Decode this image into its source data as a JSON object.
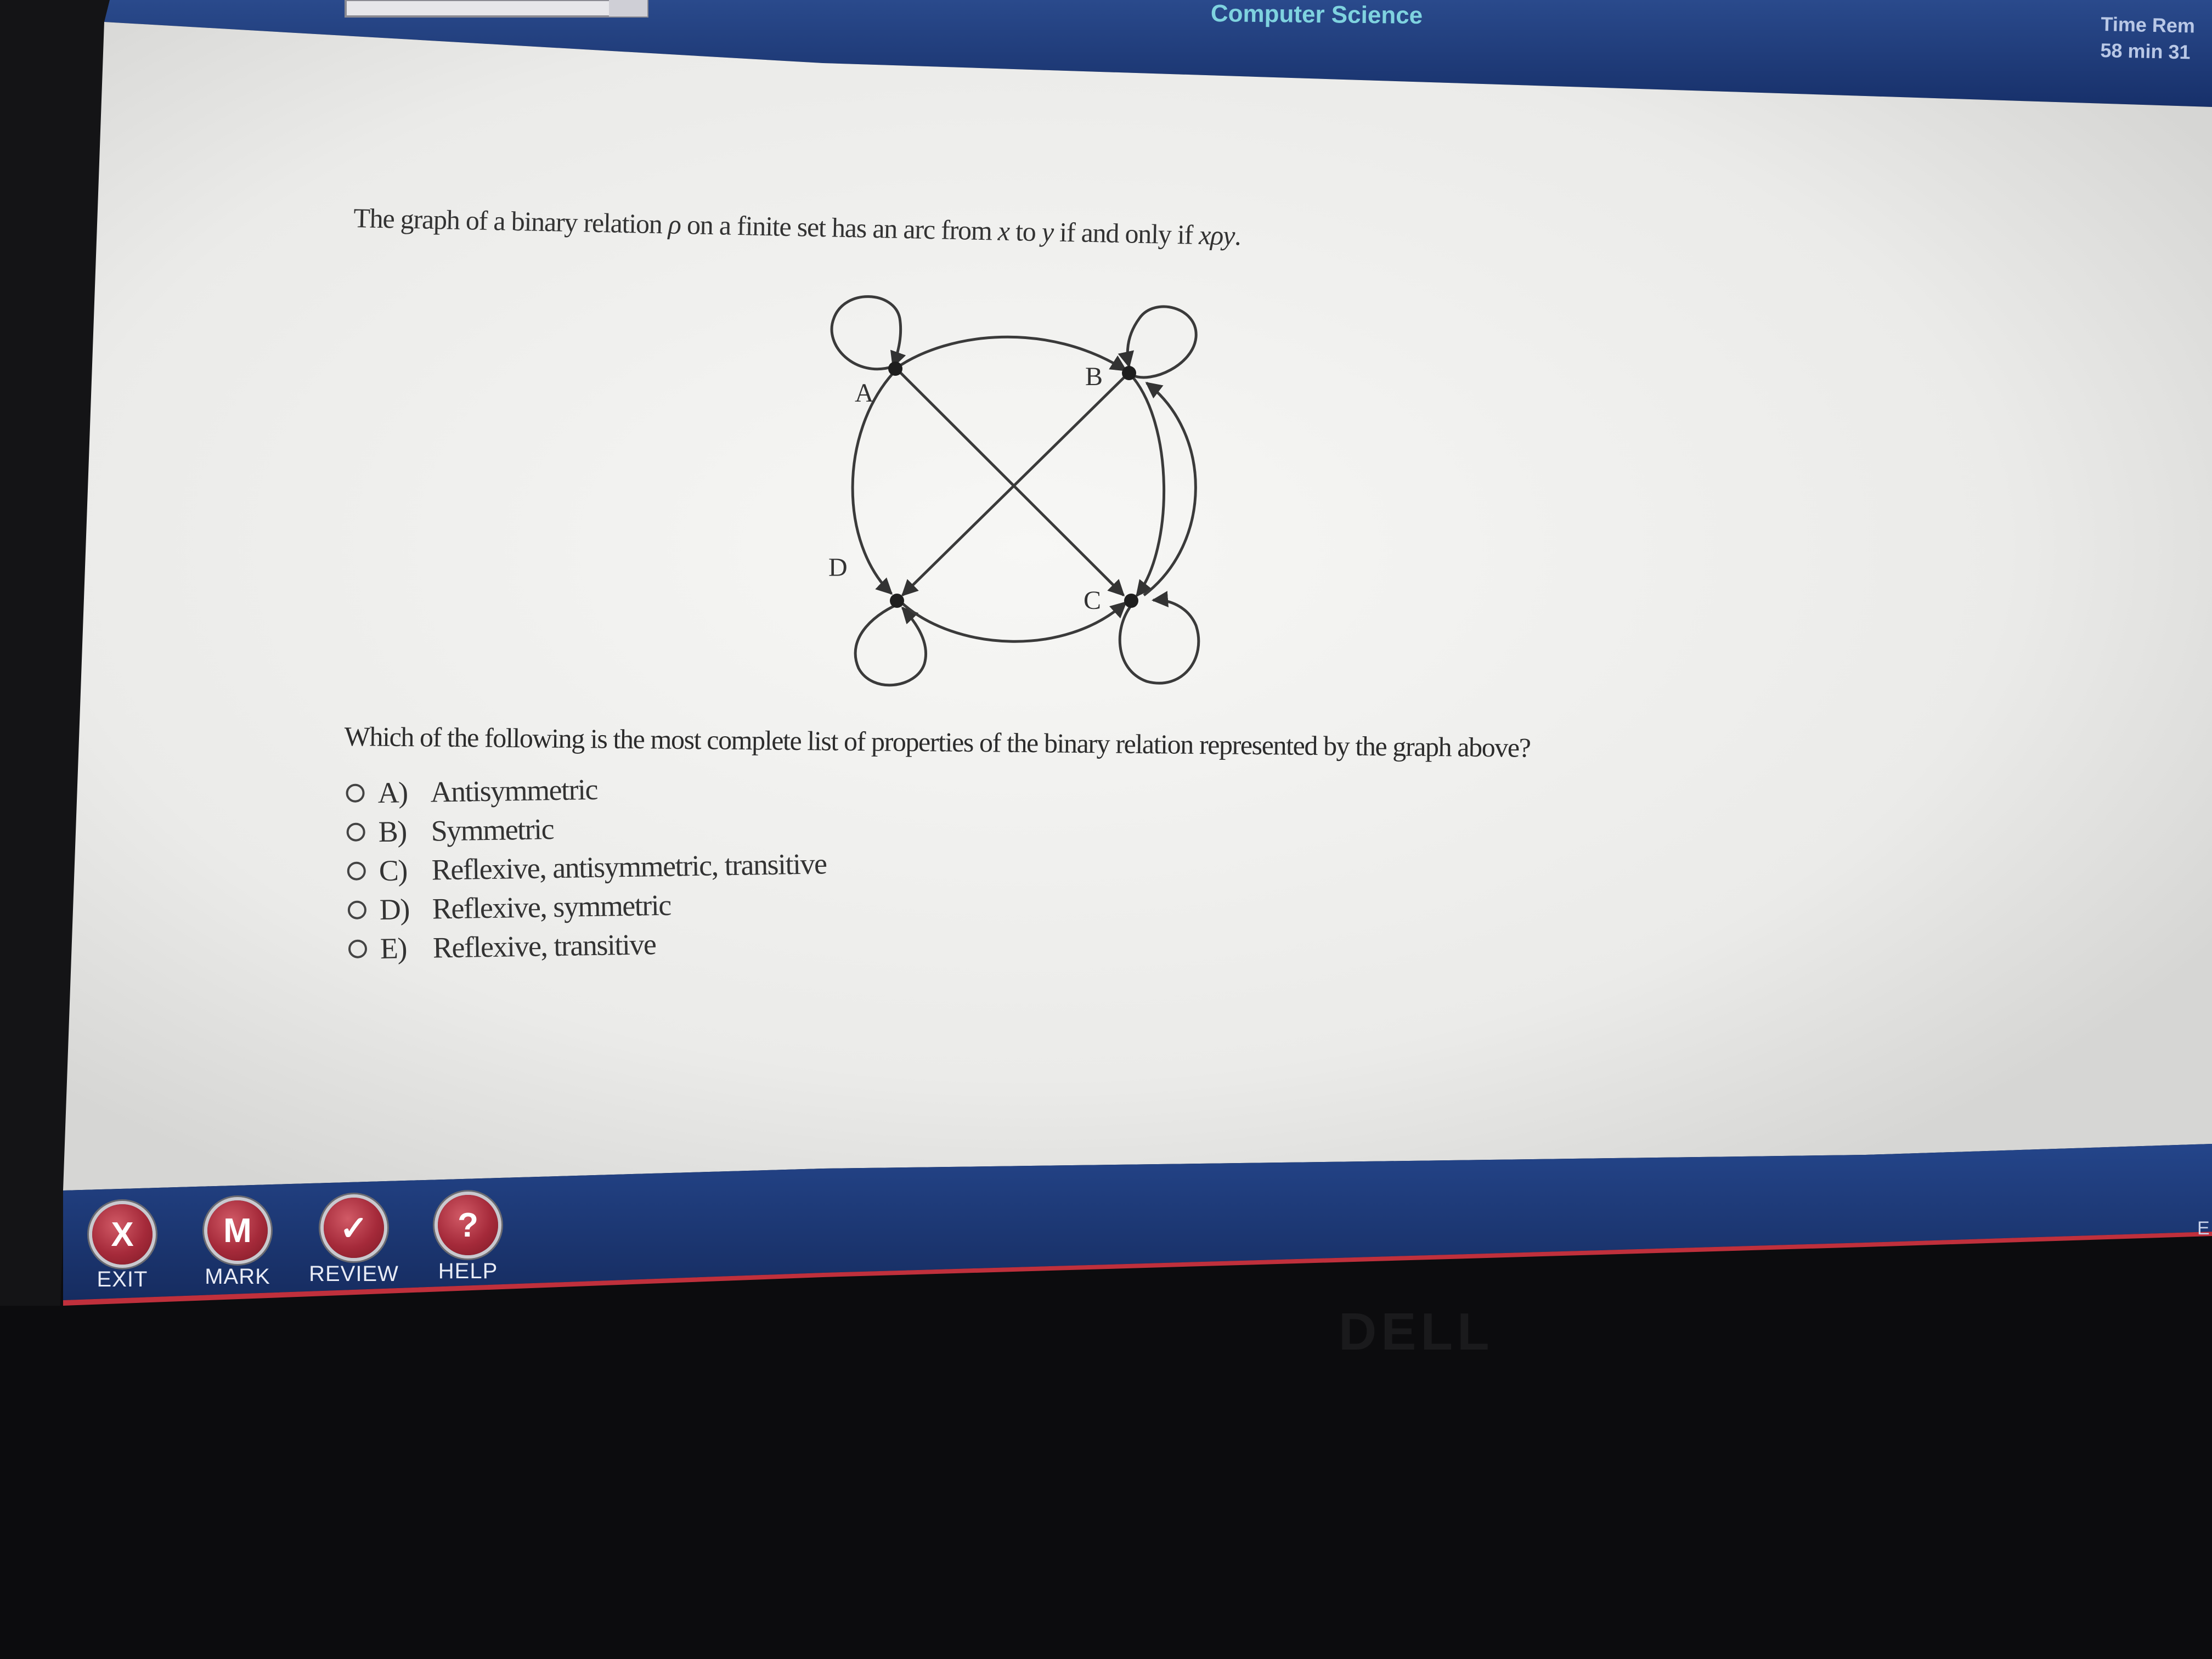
{
  "header": {
    "title": "Computer Science",
    "timer_label": "Time Rem",
    "timer_value": "58 min 31"
  },
  "question": {
    "stem_intro": "The graph of a binary relation ",
    "stem_rho": "ρ",
    "stem_mid": " on a finite set has an arc from ",
    "stem_x": "x",
    "stem_to": " to ",
    "stem_y": "y",
    "stem_iff": " if and only if ",
    "stem_xpy": "xρy",
    "stem_end": ".",
    "prompt": "Which of the following is the most complete list of properties of the binary relation represented by the graph above?"
  },
  "graph": {
    "nodes": [
      "A",
      "B",
      "C",
      "D"
    ],
    "edges": [
      {
        "from": "A",
        "to": "A"
      },
      {
        "from": "B",
        "to": "B"
      },
      {
        "from": "C",
        "to": "C"
      },
      {
        "from": "D",
        "to": "D"
      },
      {
        "from": "A",
        "to": "B"
      },
      {
        "from": "A",
        "to": "C"
      },
      {
        "from": "C",
        "to": "B"
      },
      {
        "from": "B",
        "to": "C"
      },
      {
        "from": "B",
        "to": "D"
      },
      {
        "from": "A",
        "to": "D"
      },
      {
        "from": "D",
        "to": "C"
      }
    ]
  },
  "choices": [
    {
      "letter": "A)",
      "text": "Antisymmetric"
    },
    {
      "letter": "B)",
      "text": "Symmetric"
    },
    {
      "letter": "C)",
      "text": "Reflexive, antisymmetric, transitive"
    },
    {
      "letter": "D)",
      "text": "Reflexive, symmetric"
    },
    {
      "letter": "E)",
      "text": "Reflexive, transitive"
    }
  ],
  "toolbar": {
    "exit_icon": "X",
    "exit_label": "EXIT",
    "mark_icon": "M",
    "mark_label": "MARK",
    "review_icon": "✓",
    "review_label": "REVIEW",
    "help_icon": "?",
    "help_label": "HELP",
    "edge_text": "E"
  },
  "colors": {
    "header_bar": "#1f3c78",
    "toolbar_bar": "#1c3670",
    "toolbar_accent": "#c0303c",
    "content_bg": "#ececea",
    "icon_red": "#a52a3a"
  }
}
